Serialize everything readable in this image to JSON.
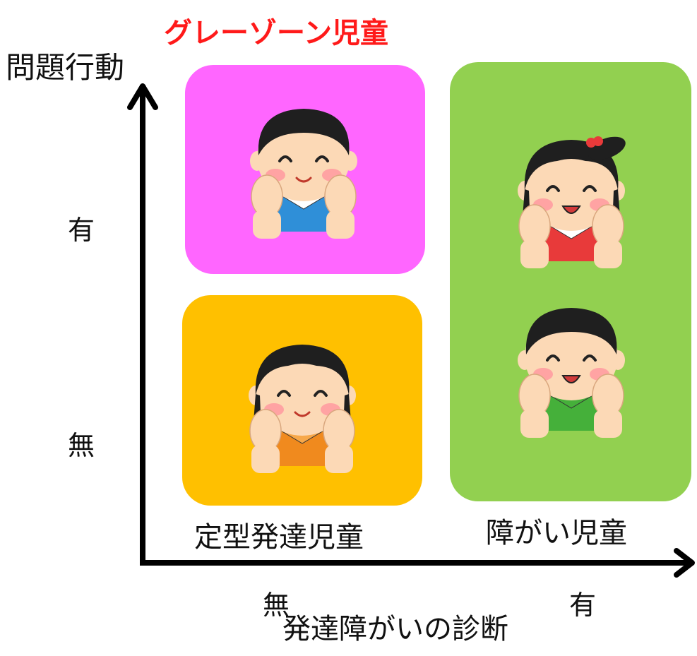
{
  "title": "グレーゾーン児童",
  "y_axis": {
    "label": "問題行動",
    "ticks": [
      "有",
      "無"
    ]
  },
  "x_axis": {
    "label": "発達障がいの診断",
    "ticks": [
      "無",
      "有"
    ]
  },
  "categories": [
    "定型発達児童",
    "障がい児童"
  ],
  "colors": {
    "gray_zone": "#ff66ff",
    "typical": "#ffc000",
    "disability": "#92d050",
    "title": "#ff1a1a"
  },
  "children": [
    {
      "icon": "boy-blue-shirt-icon",
      "shirt": "#2f8fd8",
      "collar": "#ffffff",
      "mouth": "smile"
    },
    {
      "icon": "girl-orange-shirt-icon",
      "shirt": "#f08a1e",
      "collar": "#f7a84a",
      "mouth": "smile"
    },
    {
      "icon": "girl-red-shirt-ponytail-icon",
      "shirt": "#e83a3a",
      "collar": "#ffffff",
      "mouth": "open"
    },
    {
      "icon": "boy-green-shirt-icon",
      "shirt": "#45b03a",
      "collar": "#45b03a",
      "mouth": "open"
    }
  ]
}
